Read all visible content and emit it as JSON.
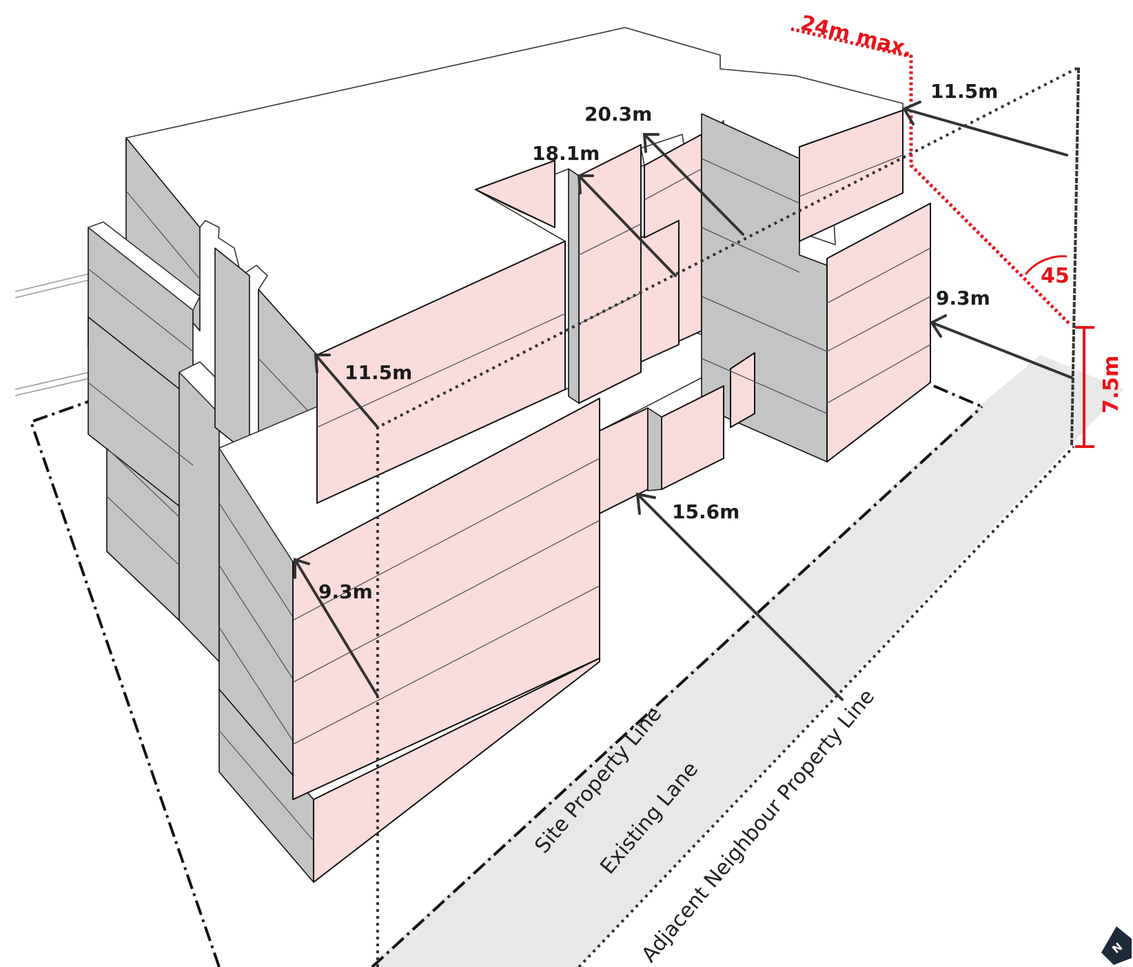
{
  "labels": {
    "height_24m": "24m max.",
    "angle_45": "45",
    "height_7_5m": "7.5m",
    "d_11_5m_top": "11.5m",
    "d_20_3m": "20.3m",
    "d_18_1m": "18.1m",
    "d_11_5m_mid": "11.5m",
    "d_9_3m_right": "9.3m",
    "d_15_6m": "15.6m",
    "d_9_3m_front": "9.3m"
  },
  "ground": {
    "site_property_line": "Site Property Line",
    "existing_lane": "Existing Lane",
    "adjacent_neighbour_property_line": "Adjacent Neighbour Property Line"
  },
  "colors": {
    "setback_face": "#fbdcdc",
    "massing_side": "#c4c4c4",
    "lane": "#e8e8e8",
    "limit_line": "#e8141b"
  },
  "icons": [
    "north-arrow-icon"
  ]
}
